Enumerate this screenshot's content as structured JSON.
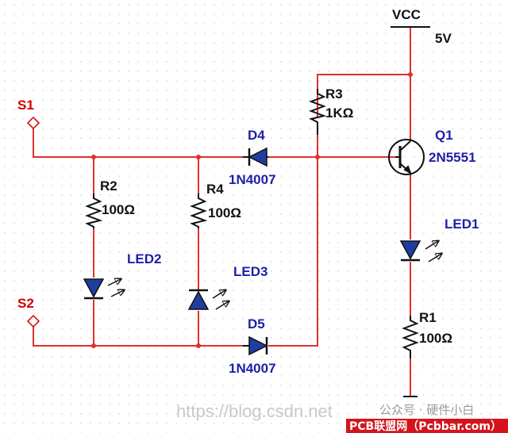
{
  "colors": {
    "grid": "#d7d7d7",
    "wire": "#e03030",
    "wire_black": "#111111",
    "component": "#111111",
    "led_fill": "#1f3ea0",
    "label_blue": "#1f1fa8",
    "label_black": "#111111",
    "label_red": "#d10000",
    "badge_bg": "#d4141c"
  },
  "labels": {
    "vcc": "VCC",
    "vcc_value": "5V",
    "s1": "S1",
    "s2": "S2",
    "r1_ref": "R1",
    "r1_value": "100Ω",
    "r2_ref": "R2",
    "r2_value": "100Ω",
    "r3_ref": "R3",
    "r3_value": "1KΩ",
    "r4_ref": "R4",
    "r4_value": "100Ω",
    "d4_ref": "D4",
    "d4_value": "1N4007",
    "d5_ref": "D5",
    "d5_value": "1N4007",
    "q1_ref": "Q1",
    "q1_value": "2N5551",
    "led1": "LED1",
    "led2": "LED2",
    "led3": "LED3"
  },
  "watermarks": {
    "csdn": "https://blog.csdn.net",
    "wechat": "公众号 · 硬件小白",
    "pcb_badge": "PCB联盟网（Pcbbar.com）"
  }
}
